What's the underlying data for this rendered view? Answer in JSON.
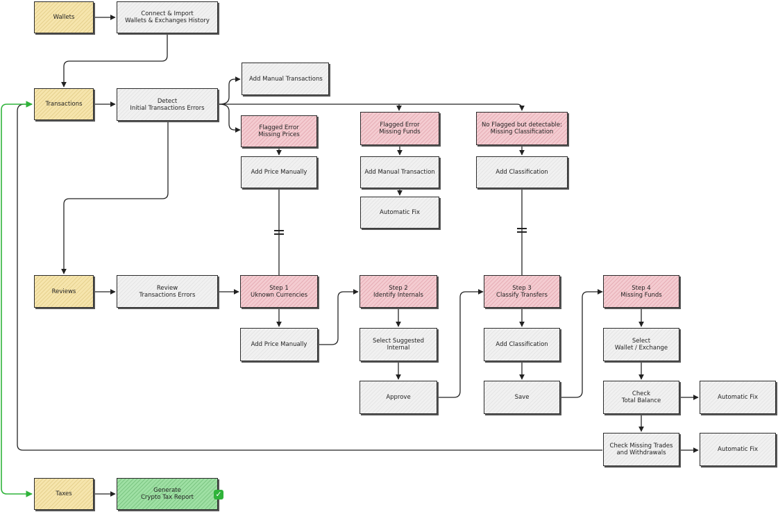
{
  "nodes": {
    "wallets": "Wallets",
    "connect_import": "Connect & Import\nWallets & Exchanges History",
    "transactions": "Transactions",
    "detect_errors": "Detect\nInitial Transactions Errors",
    "add_manual_transactions": "Add Manual Transactions",
    "flagged_missing_prices": "Flagged Error\nMissing Prices",
    "flagged_missing_funds": "Flagged Error\nMissing Funds",
    "no_flagged_classification": "No Flagged but detectable:\nMissing Classification",
    "add_price_manually_top": "Add Price Manually",
    "add_manual_transaction": "Add Manual Transaction",
    "add_classification_top": "Add Classification",
    "automatic_fix_funds": "Automatic Fix",
    "reviews": "Reviews",
    "review_errors": "Review\nTransactions Errors",
    "step1": "Step 1\nUknown Currencies",
    "step2": "Step 2\nIdentify Internals",
    "step3": "Step 3\nClassify Transfers",
    "step4": "Step 4\nMissing Funds",
    "add_price_manually_bottom": "Add Price Manually",
    "select_suggested_internal": "Select Suggested\nInternal",
    "add_classification_bottom": "Add Classification",
    "select_wallet_exchange": "Select\nWallet / Exchange",
    "approve": "Approve",
    "save": "Save",
    "check_total_balance": "Check\nTotal Balance",
    "automatic_fix_balance": "Automatic Fix",
    "check_missing_trades": "Check Missing Trades\nand Withdrawals",
    "automatic_fix_trades": "Automatic Fix",
    "taxes": "Taxes",
    "generate_report": "Generate\nCrypto Tax Report"
  },
  "icons": {
    "report_done": "green-checkmark-icon"
  },
  "colors": {
    "stage": "#f6e5ad",
    "error": "#f4ccd1",
    "done": "#9fe0a4",
    "loop": "#2fb33a"
  }
}
